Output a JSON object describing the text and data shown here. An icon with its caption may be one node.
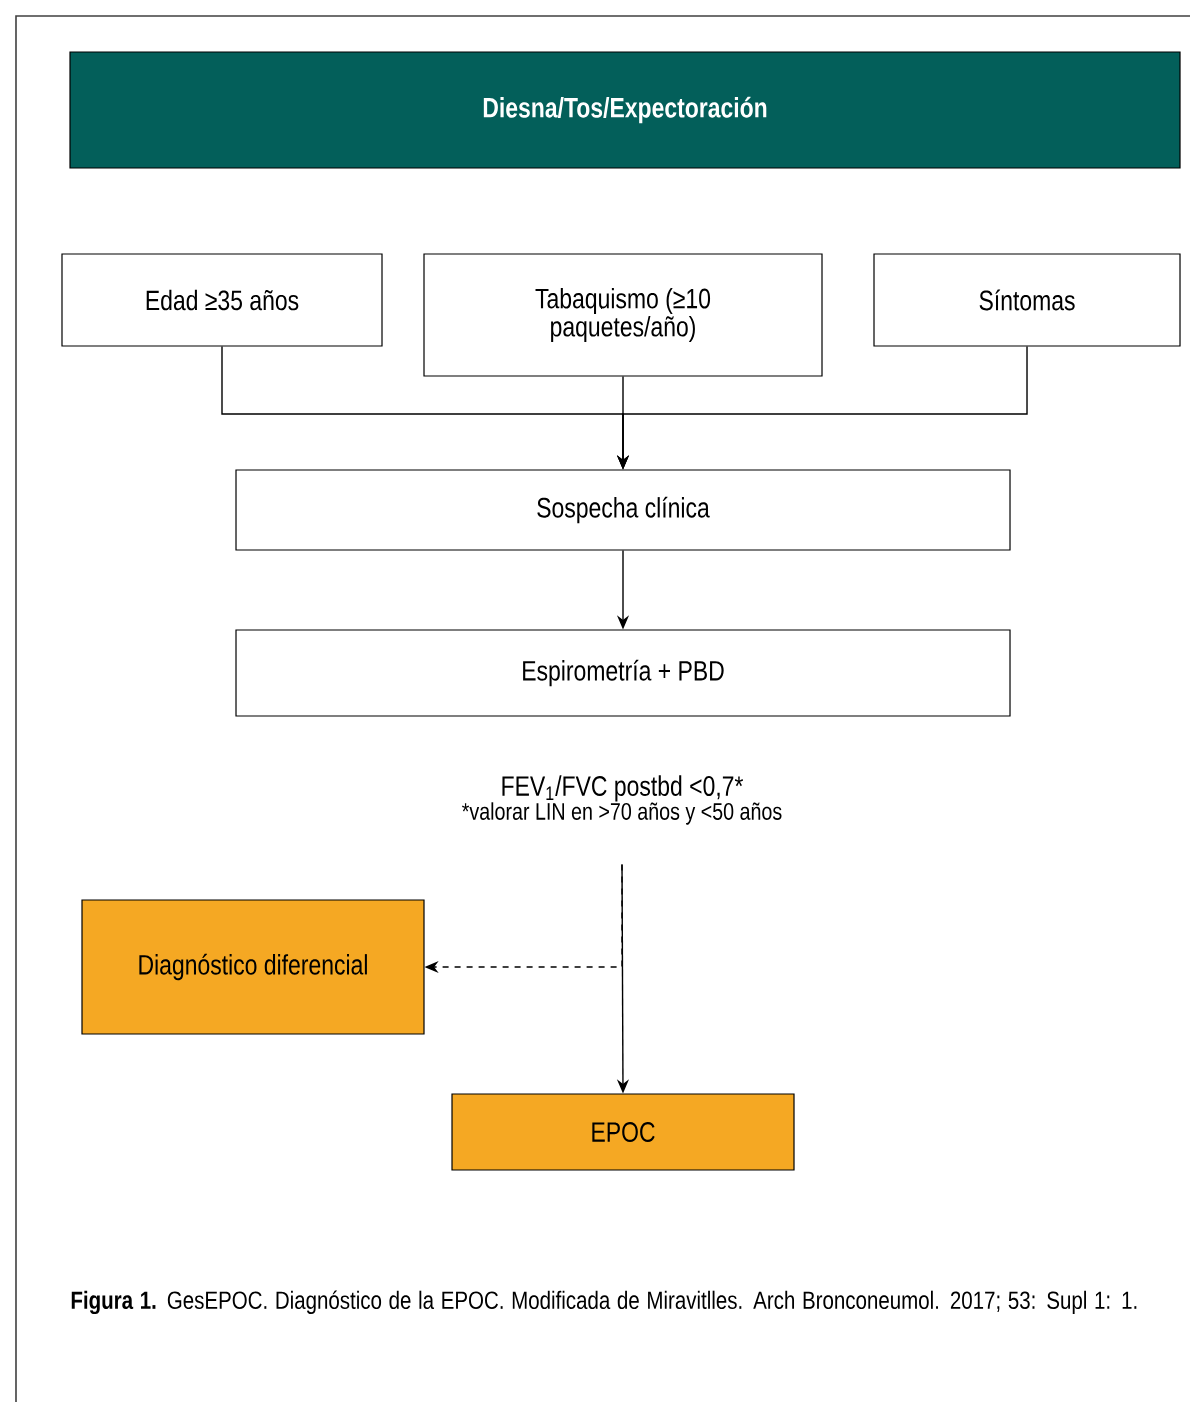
{
  "diagram": {
    "caption": "**Figura 1.** GesEPOC. Diagnóstico de la EPOC. Modificada de Miravitlles. Arch Bronconeumol. 2017; 53: Supl 1: 1.",
    "nodes": [
      {
        "text": [
          "Diesna/Tos/Expectoración"
        ]
      },
      {
        "text": [
          "Edad ≥35 años"
        ]
      },
      {
        "text": [
          "Tabaquismo (≥10 paquetes/año)"
        ]
      },
      {
        "text": [
          "Síntomas"
        ]
      },
      {
        "text": [
          "Sospecha clínica"
        ]
      },
      {
        "text": [
          "Espirometría + PBD"
        ]
      },
      {
        "text": [
          "FEV$_{1}$/FVC postbd <0,7*",
          "*valorar LIN en >70 años y <50 años"
        ]
      },
      {
        "text": [
          "Diagnóstico diferencial"
        ]
      },
      {
        "text": [
          "EPOC"
        ]
      }
    ],
    "edges": [
      {
        "from": 1,
        "to": 4,
        "arrow": "to"
      },
      {
        "from": 2,
        "to": 4,
        "arrow": "to"
      },
      {
        "from": 3,
        "to": 4,
        "arrow": "to"
      },
      {
        "from": 4,
        "to": 5,
        "arrow": "to"
      },
      {
        "from": 6,
        "to": 7,
        "arrow": "to",
        "style": "dashed"
      },
      {
        "from": 6,
        "to": 8,
        "arrow": "to"
      }
    ]
  }
}
